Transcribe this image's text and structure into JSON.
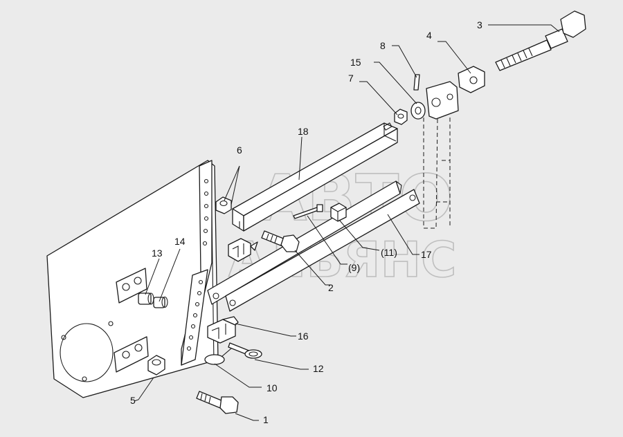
{
  "watermark": {
    "line1": "АВТО",
    "line2": "АЛЬЯНС"
  },
  "callouts": [
    {
      "id": "c1",
      "text": "1"
    },
    {
      "id": "c2",
      "text": "2"
    },
    {
      "id": "c3",
      "text": "3"
    },
    {
      "id": "c4",
      "text": "4"
    },
    {
      "id": "c5",
      "text": "5"
    },
    {
      "id": "c6",
      "text": "6"
    },
    {
      "id": "c7",
      "text": "7"
    },
    {
      "id": "c8",
      "text": "8"
    },
    {
      "id": "c9",
      "text": "(9)"
    },
    {
      "id": "c10",
      "text": "10"
    },
    {
      "id": "c11",
      "text": "(11)"
    },
    {
      "id": "c12",
      "text": "12"
    },
    {
      "id": "c13",
      "text": "13"
    },
    {
      "id": "c14",
      "text": "14"
    },
    {
      "id": "c15",
      "text": "15"
    },
    {
      "id": "c16",
      "text": "16"
    },
    {
      "id": "c17",
      "text": "17"
    },
    {
      "id": "c18",
      "text": "18"
    }
  ]
}
